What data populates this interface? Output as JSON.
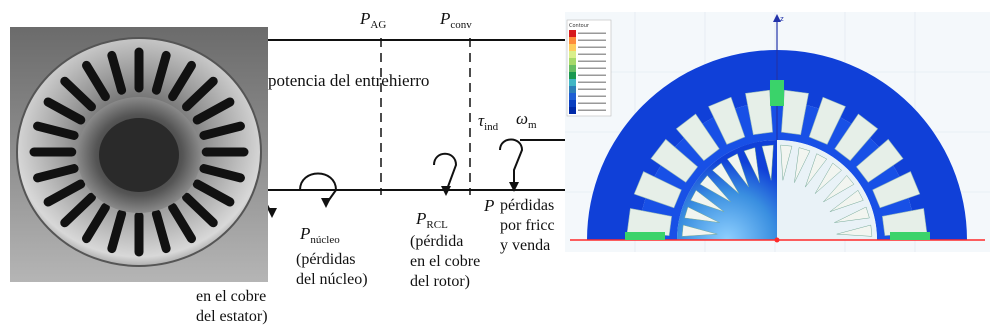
{
  "diagram": {
    "p_ag": {
      "sym": "P",
      "sub": "AG"
    },
    "p_conv": {
      "sym": "P",
      "sub": "conv"
    },
    "air_gap_power": "potencia del entrehierro",
    "tau_ind": {
      "sym": "τ",
      "sub": "ind"
    },
    "omega_m": {
      "sym": "ω",
      "sub": "m"
    },
    "p_nucleo": {
      "sym": "P",
      "sub": "núcleo"
    },
    "p_nucleo_desc": "(pérdidas\ndel núcleo)",
    "p_rcl": {
      "sym": "P",
      "sub": "RCL"
    },
    "p_rcl_desc": "(pérdida\nen el cobre\ndel rotor)",
    "p_misc_sym": "P",
    "p_misc_desc": "pérdidas\npor fricc\ny venda",
    "stator_desc": "en el cobre\ndel estator)"
  },
  "photo": {
    "subject": "stator-lamination"
  },
  "simulation": {
    "legend_title": "Contour",
    "legend_colors": [
      "#d7191c",
      "#fd8d3c",
      "#fecc5c",
      "#d9ef8b",
      "#a6d96a",
      "#66bd63",
      "#1a9850",
      "#41b6c4",
      "#2c7fb8",
      "#1f5fd4",
      "#0a3fc0",
      "#002aa8"
    ],
    "field_color": "#1040d8",
    "axis_marker": "z"
  }
}
